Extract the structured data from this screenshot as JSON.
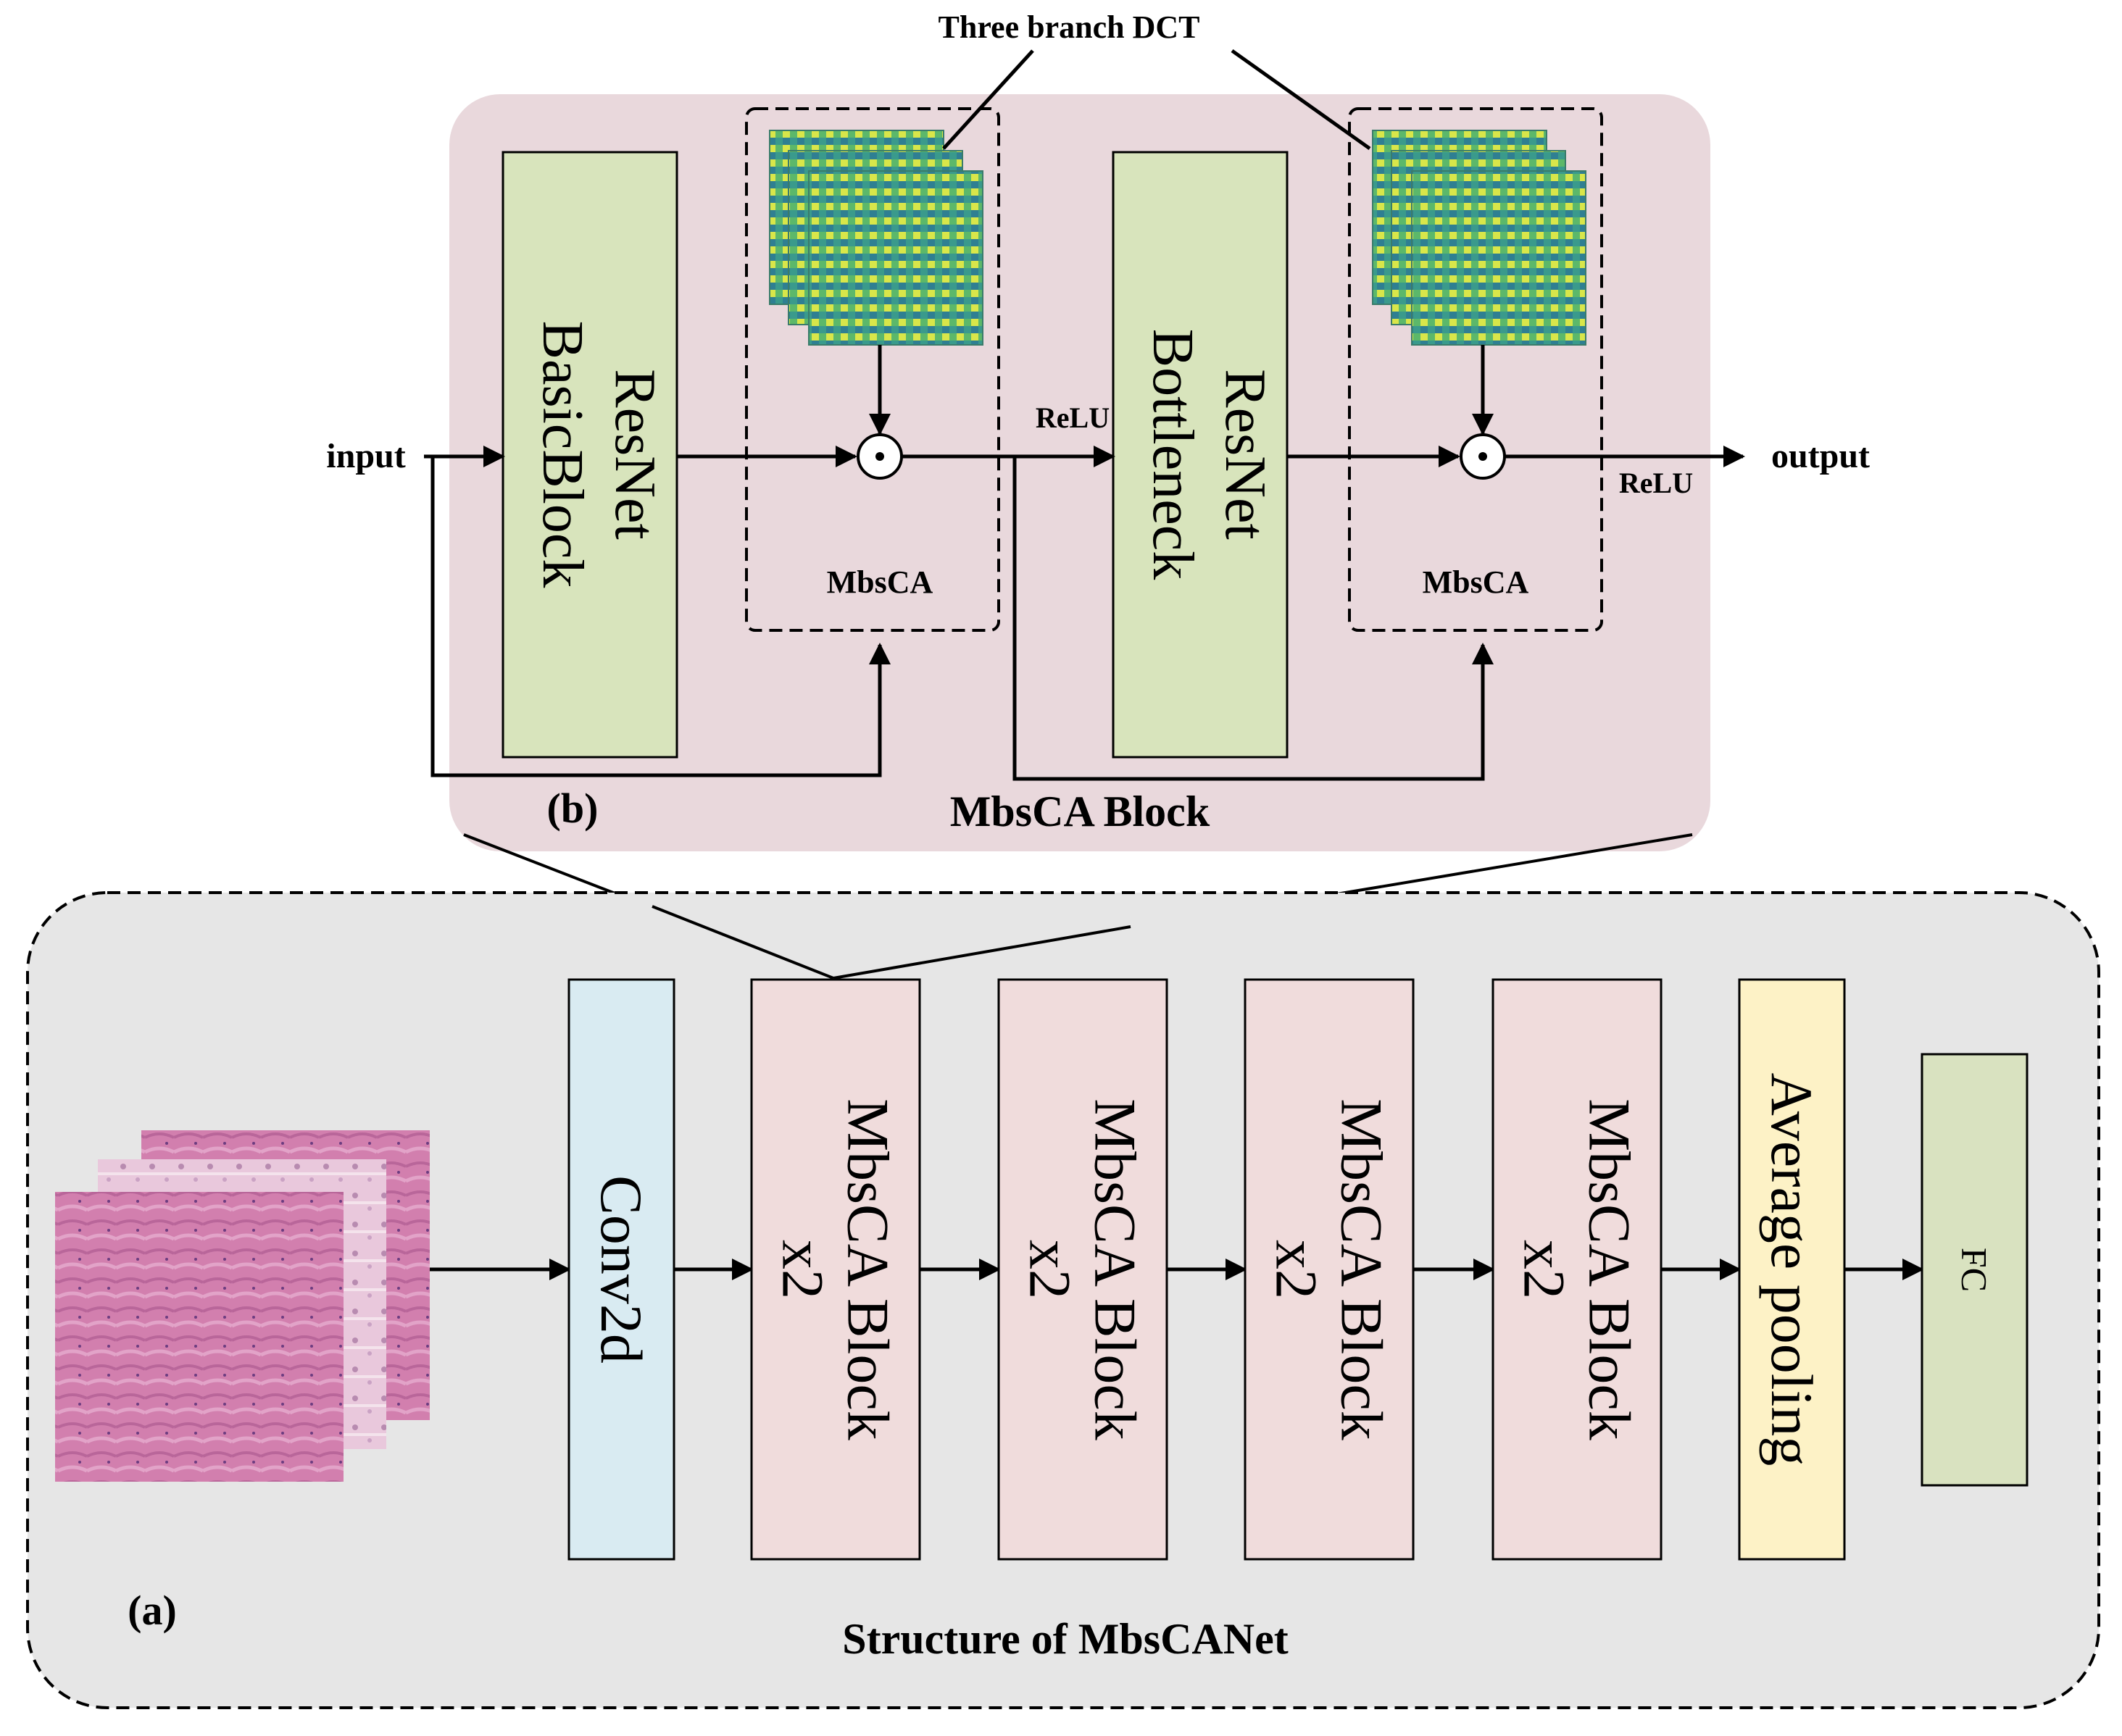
{
  "panel_b": {
    "tag": "(b)",
    "caption": "MbsCA Block",
    "annotation": "Three branch DCT",
    "input_label": "input",
    "output_label": "output",
    "relu_1": "ReLU",
    "relu_2": "ReLU",
    "block1": {
      "line1": "ResNet",
      "line2": "BasicBlock"
    },
    "block2": {
      "line1": "ResNet",
      "line2": "Bottleneck"
    },
    "mbsca_1": "MbsCA",
    "mbsca_2": "MbsCA",
    "multiply_symbol": "⊙"
  },
  "panel_a": {
    "tag": "(a)",
    "caption": "Structure of MbsCANet",
    "blocks": [
      {
        "line1": "Conv2d",
        "line2": "",
        "color": "#d9ebf2"
      },
      {
        "line1": "MbsCA Block",
        "line2": "x2",
        "color": "#f0dcdc"
      },
      {
        "line1": "MbsCA Block",
        "line2": "x2",
        "color": "#f0dcdc"
      },
      {
        "line1": "MbsCA Block",
        "line2": "x2",
        "color": "#f0dcdc"
      },
      {
        "line1": "MbsCA Block",
        "line2": "x2",
        "color": "#f0dcdc"
      },
      {
        "line1": "Average pooling",
        "line2": "",
        "color": "#fdf2c6"
      },
      {
        "line1": "FC",
        "line2": "",
        "color": "#d9e2c0"
      }
    ]
  },
  "colors": {
    "panel_b_bg": "#e9d8dc",
    "panel_a_bg": "#e6e6e6",
    "resnet_block": "#d8e4bc",
    "tissue_pink": "#d486b4",
    "heatmap_yellow": "#d9e84a",
    "heatmap_teal": "#2f8f8a"
  }
}
